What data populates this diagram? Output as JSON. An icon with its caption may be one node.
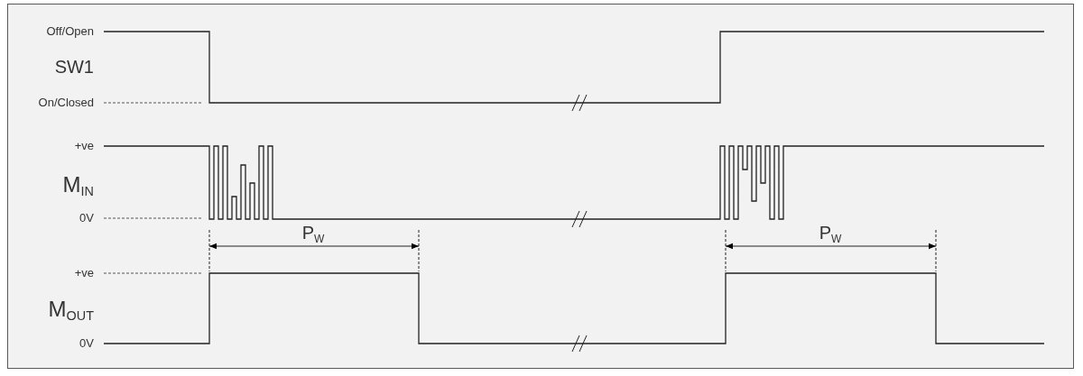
{
  "diagram": {
    "labels": [
      "Off/Open",
      "SW1",
      "On/Closed",
      "+ve",
      "M$_{IN}$",
      "0V",
      "P$_{W}$",
      "P$_{W}$",
      "+ve",
      "M$_{OUT}$",
      "0V"
    ]
  }
}
